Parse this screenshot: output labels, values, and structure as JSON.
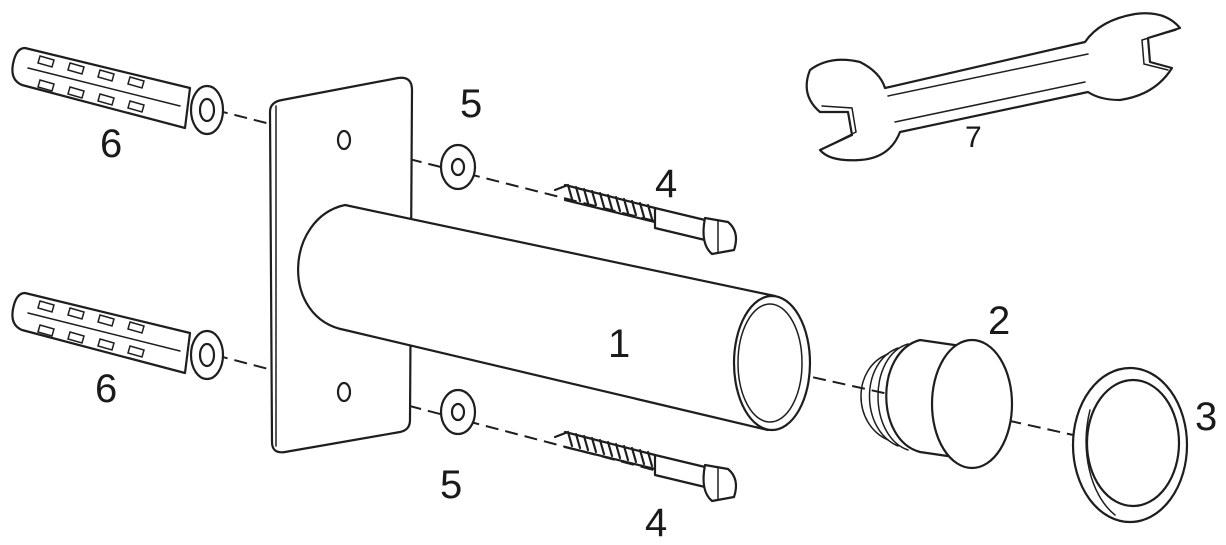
{
  "callouts": {
    "tube": "1",
    "end_plug": "2",
    "cover_ring": "3",
    "screw_top": "4",
    "screw_bottom": "4",
    "washer_top": "5",
    "washer_bottom": "5",
    "anchor_top": "6",
    "anchor_bottom": "6",
    "wrench": "7"
  },
  "colors": {
    "line": "#1e1e1e",
    "background": "#ffffff"
  }
}
